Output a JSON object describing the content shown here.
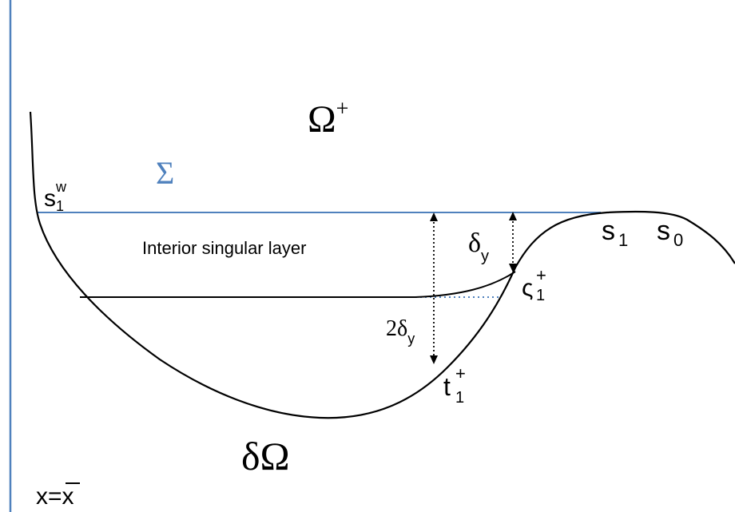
{
  "labels": {
    "omega_plus": {
      "main": "Ω",
      "sup": "+"
    },
    "sigma": "Σ",
    "s1w": {
      "main": "s",
      "sub": "1",
      "sup": "w"
    },
    "interior_layer": "Interior singular layer",
    "delta_y": {
      "main": "δ",
      "sub": "y"
    },
    "two_delta_y": {
      "main": "2δ",
      "sub": "y"
    },
    "s1": {
      "main": "s",
      "sub": "1"
    },
    "s0": {
      "main": "s",
      "sub": "0"
    },
    "varsigma1_plus": {
      "main": "ς",
      "sub": "1",
      "sup": "+"
    },
    "t1_plus": {
      "main": "t",
      "sub": "1",
      "sup": "+"
    },
    "delta_omega": "δΩ",
    "x_eq_xbar": {
      "prefix": "x=",
      "main": "x"
    }
  },
  "colors": {
    "curve": "#000000",
    "sigma_line": "#4f81bd",
    "axis_line": "#4f81bd",
    "sigma_symbol": "#4f81bd",
    "dotted_blue": "#4f81bd"
  }
}
